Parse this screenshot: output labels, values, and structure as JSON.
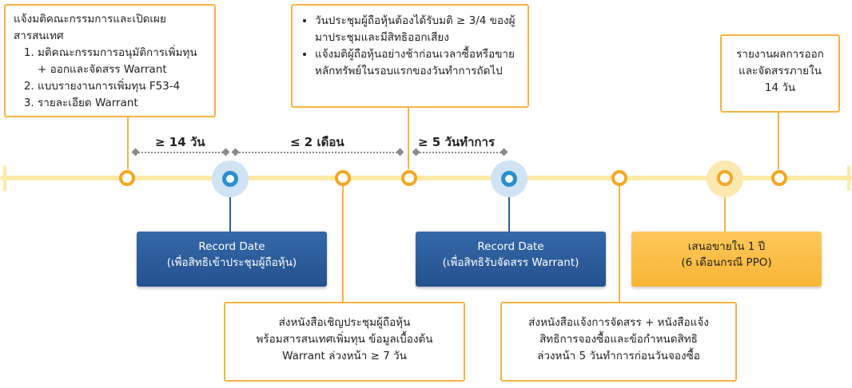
{
  "callout_disclosure": {
    "title": "แจ้งมติคณะกรรมการและเปิดเผยสารสนเทศ",
    "items": [
      "มติคณะกรรมการอนุมัติการเพิ่มทุน + ออกและจัดสรร Warrant",
      "แบบรายงานการเพิ่มทุน F53-4",
      "รายละเอียด Warrant"
    ]
  },
  "callout_meeting": {
    "items": [
      "วันประชุมผู้ถือหุ้นต้องได้รับมติ ≥ 3/4 ของผู้มาประชุมและมีสิทธิออกเสียง",
      "แจ้งมติผู้ถือหุ้นอย่างช้าก่อนเวลาซื้อหรือขายหลักทรัพย์ในรอบแรกของวันทำการถัดไป"
    ]
  },
  "callout_report": {
    "lines": [
      "รายงานผลการออก",
      "และจัดสรรภายใน",
      "14 วัน"
    ]
  },
  "durations": {
    "d1": "≥ 14 วัน",
    "d2": "≤ 2 เดือน",
    "d3": "≥ 5 วันทำการ"
  },
  "record_date_1": {
    "title": "Record Date",
    "subtitle": "(เพื่อสิทธิเข้าประชุมผู้ถือหุ้น)"
  },
  "record_date_2": {
    "title": "Record Date",
    "subtitle": "(เพื่อสิทธิรับจัดสรร Warrant)"
  },
  "offer_box": {
    "line1": "เสนอขายใน  1 ปี",
    "line2": "(6 เดือนกรณี PPO)"
  },
  "callout_invitation": {
    "lines": [
      "ส่งหนังสือเชิญประชุมผู้ถือหุ้น",
      "พร้อมสารสนเทศเพิ่มทุน ข้อมูลเบื้องต้น",
      "Warrant ล่วงหน้า ≥ 7 วัน"
    ]
  },
  "callout_allotment": {
    "lines": [
      "ส่งหนังสือแจ้งการจัดสรร + หนังสือแจ้ง",
      "สิทธิการจองซื้อและข้อกำหนดสิทธิ",
      "ล่วงหน้า 5 วันทำการก่อนวันจองซื้อ"
    ]
  },
  "colors": {
    "accent_orange": "#f6b441",
    "timeline": "#fde9a8",
    "record_box": "#2d5f9e",
    "offer_box": "#f9be45"
  }
}
